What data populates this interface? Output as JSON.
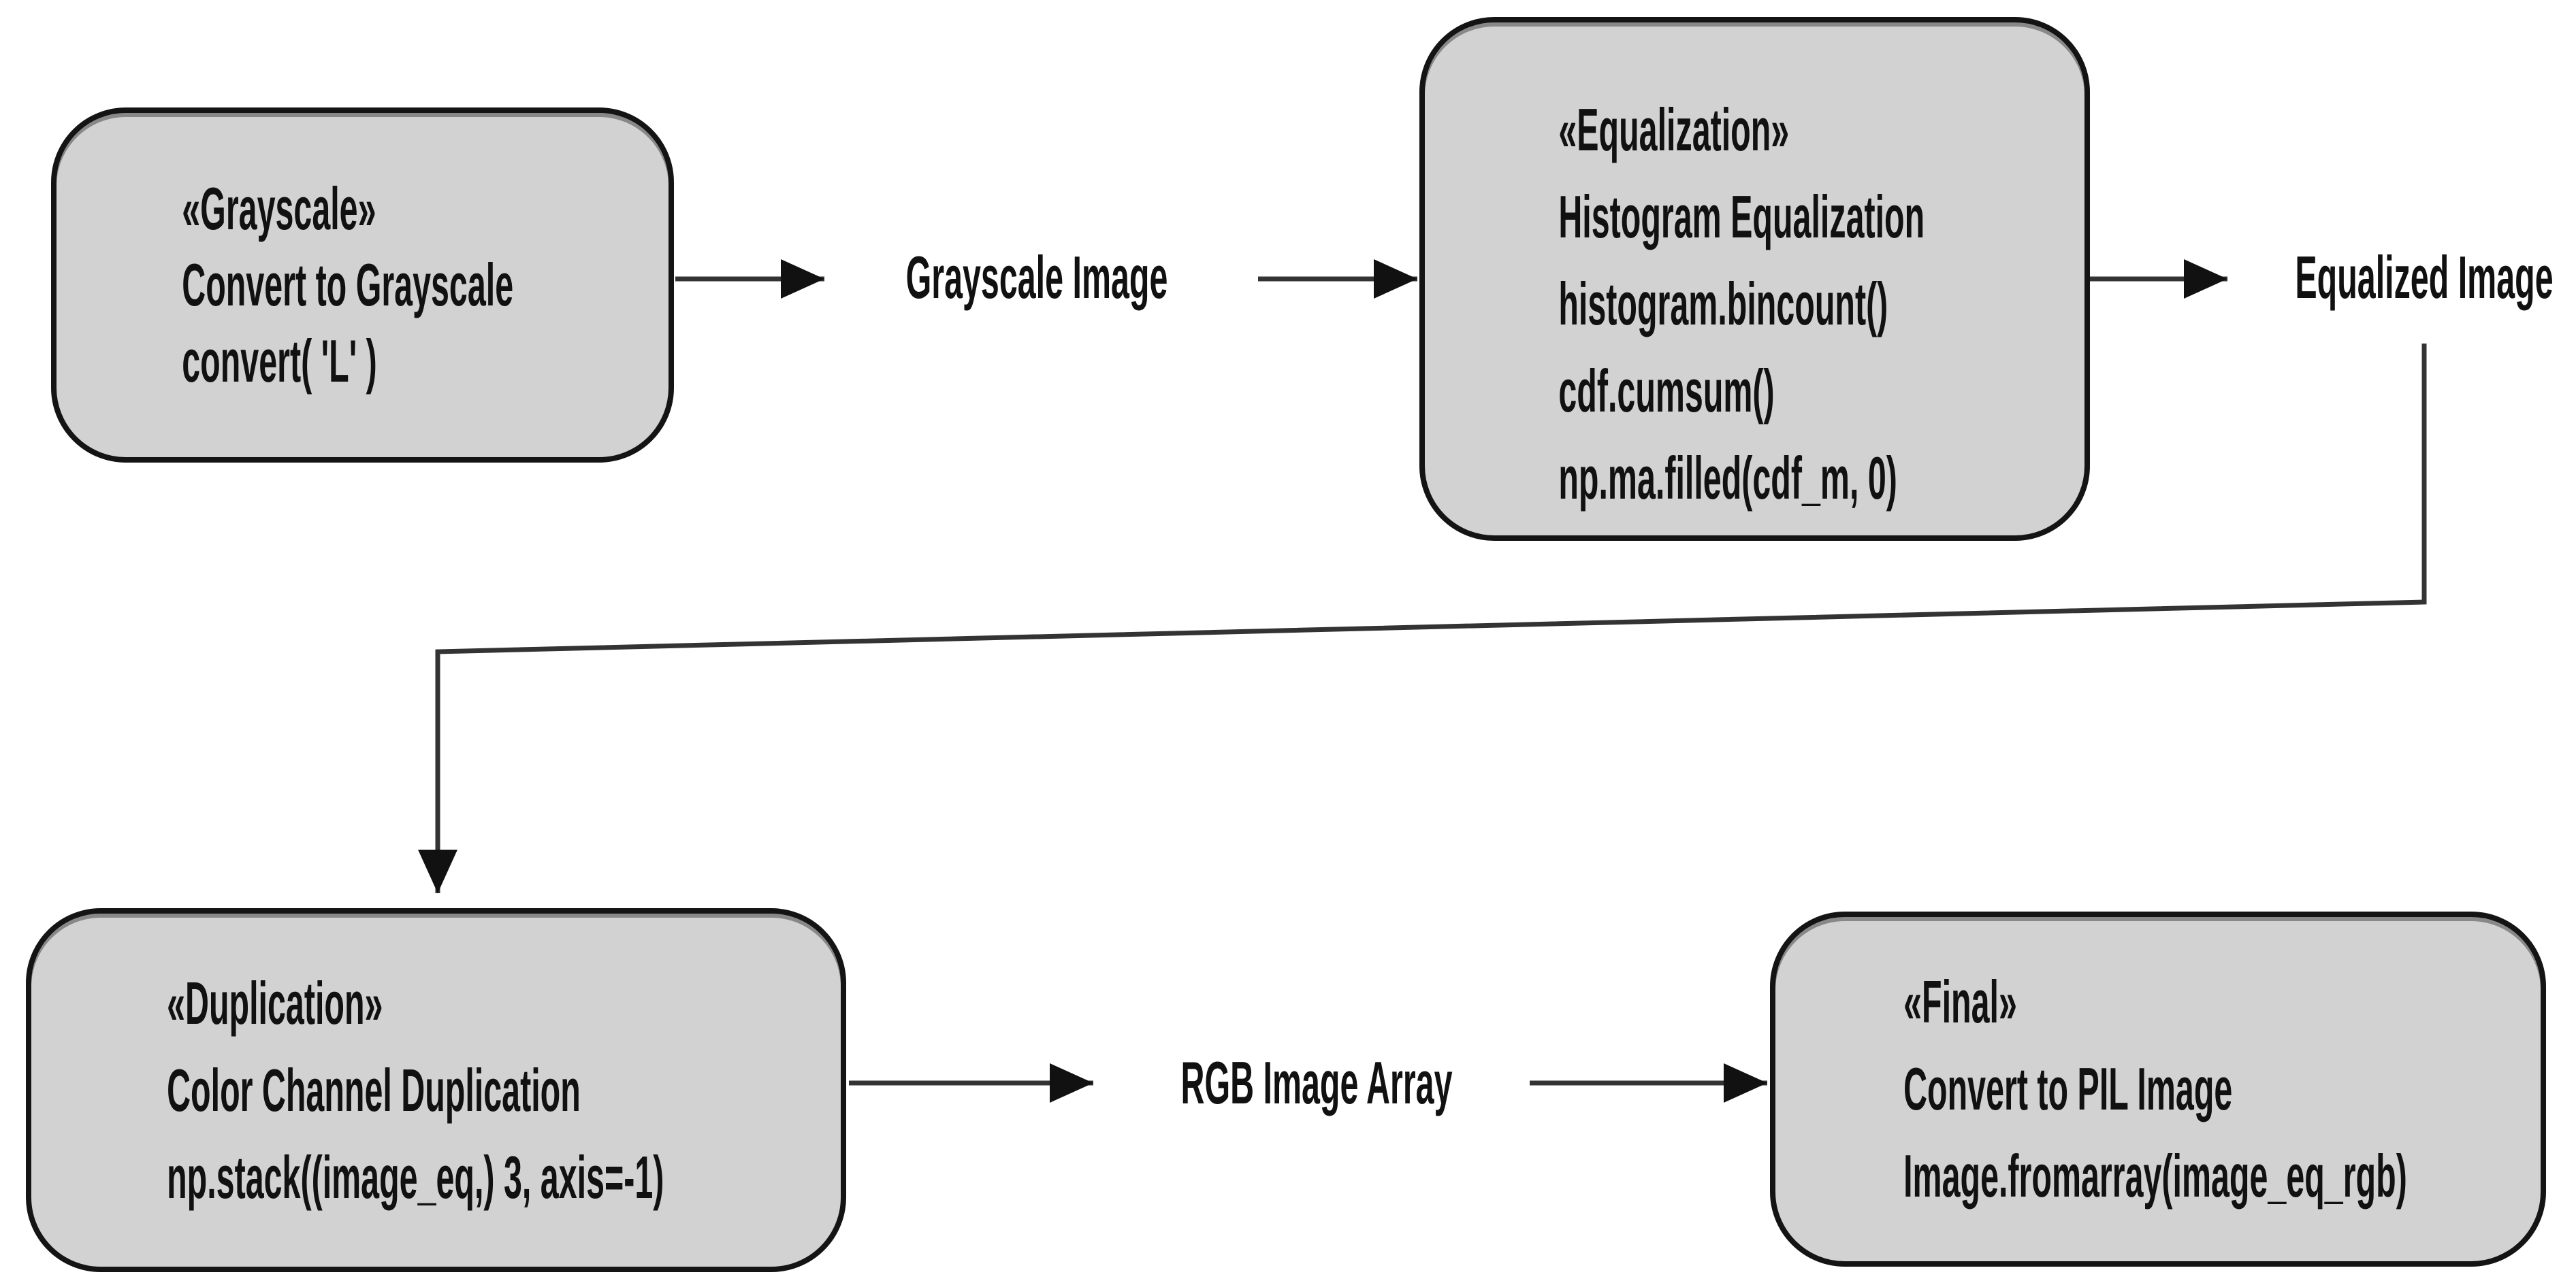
{
  "diagram": {
    "type": "flowchart",
    "background": "#ffffff",
    "colors": {
      "node_fill": "#d2d2d2",
      "node_border": "#141414",
      "connector": "#333333",
      "text": "#111111"
    },
    "nodes": [
      {
        "id": "grayscale",
        "lines": [
          "«Grayscale»",
          "Convert to Grayscale",
          "convert( 'L' )"
        ]
      },
      {
        "id": "equalization",
        "lines": [
          "«Equalization»",
          "Histogram Equalization",
          "histogram.bincount()",
          "cdf.cumsum()",
          "np.ma.filled(cdf_m, 0)"
        ]
      },
      {
        "id": "duplication",
        "lines": [
          "«Duplication»",
          "Color Channel Duplication",
          "np.stack((image_eq,) 3, axis=-1)"
        ]
      },
      {
        "id": "final",
        "lines": [
          "«Final»",
          "Convert to PIL Image",
          "Image.fromarray(image_eq_rgb)"
        ]
      }
    ],
    "edge_labels": [
      {
        "id": "grayscale-image",
        "text": "Grayscale Image"
      },
      {
        "id": "equalized-image",
        "text": "Equalized Image"
      },
      {
        "id": "rgb-image-array",
        "text": "RGB Image Array"
      }
    ]
  }
}
